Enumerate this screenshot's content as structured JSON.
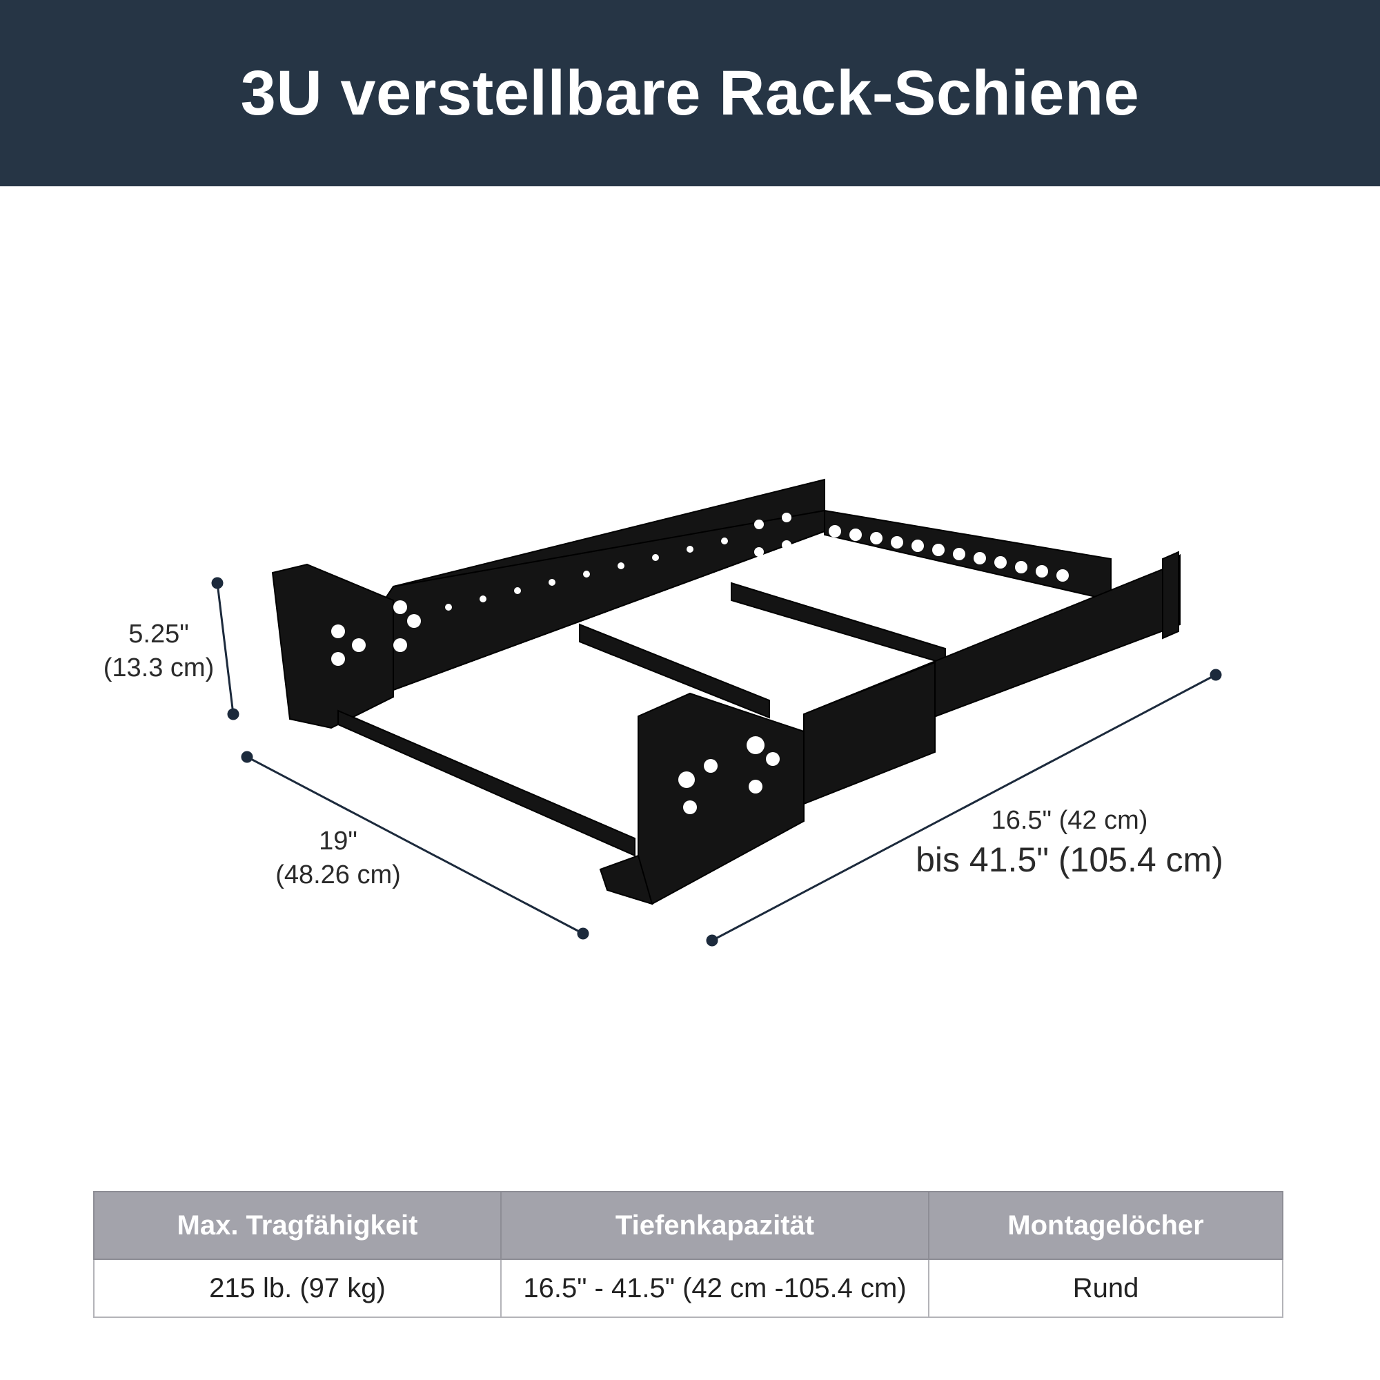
{
  "header": {
    "title": "3U verstellbare Rack-Schiene"
  },
  "dimensions": {
    "height": {
      "imperial": "5.25\"",
      "metric": "(13.3 cm)"
    },
    "width": {
      "imperial": "19\"",
      "metric": "(48.26 cm)"
    },
    "depth": {
      "min": "16.5\" (42 cm)",
      "max": "bis 41.5\" (105.4 cm)"
    }
  },
  "specs": {
    "headers": [
      "Max. Tragfähigkeit",
      "Tiefenkapazität",
      "Montagelöcher"
    ],
    "values": [
      "215 lb. (97 kg)",
      "16.5\" - 41.5\" (42 cm -105.4 cm)",
      "Rund"
    ]
  },
  "colors": {
    "header_bg": "#263545",
    "table_header_bg": "#a3a3ab",
    "dimension_line": "#1c2a3c"
  }
}
